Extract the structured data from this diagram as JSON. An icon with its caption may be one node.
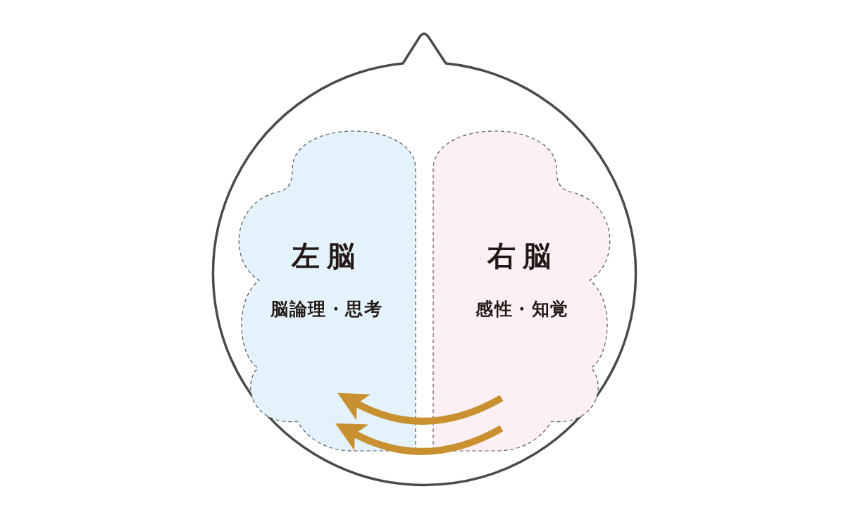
{
  "diagram": {
    "nodes": [
      {
        "text": [],
        "shape": "circle"
      },
      {
        "text": [
          "左脳",
          "脳論理・思考"
        ],
        "in": 0
      },
      {
        "text": [
          "右脳",
          "感性・知覚"
        ],
        "in": 0
      }
    ],
    "edges": [
      {
        "from": 2,
        "to": 1,
        "arrow": "to"
      },
      {
        "from": 2,
        "to": 1,
        "arrow": "to"
      }
    ]
  }
}
